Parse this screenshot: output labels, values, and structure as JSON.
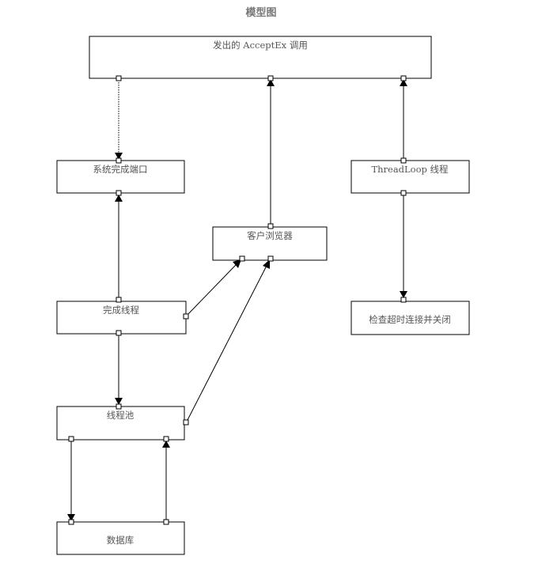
{
  "title": "模型图",
  "nodes": [
    {
      "id": "accept",
      "label": "发出的 AcceptEx 调用"
    },
    {
      "id": "iocp",
      "label": "系统完成端口"
    },
    {
      "id": "threadloop",
      "label": "ThreadLoop 线程"
    },
    {
      "id": "browser",
      "label": "客户浏览器"
    },
    {
      "id": "completion",
      "label": "完成线程"
    },
    {
      "id": "timeout",
      "label": "检查超时连接并关闭"
    },
    {
      "id": "pool",
      "label": "线程池"
    },
    {
      "id": "database",
      "label": "数据库"
    }
  ],
  "edges": [
    {
      "from": "accept",
      "to": "iocp",
      "style": "dotted"
    },
    {
      "from": "iocp",
      "to": "completion",
      "direction": "to-iocp"
    },
    {
      "from": "browser",
      "to": "accept"
    },
    {
      "from": "threadloop",
      "to": "accept"
    },
    {
      "from": "threadloop",
      "to": "timeout"
    },
    {
      "from": "completion",
      "to": "browser"
    },
    {
      "from": "completion",
      "to": "pool"
    },
    {
      "from": "pool",
      "to": "browser"
    },
    {
      "from": "pool",
      "to": "database"
    },
    {
      "from": "database",
      "to": "pool"
    }
  ]
}
